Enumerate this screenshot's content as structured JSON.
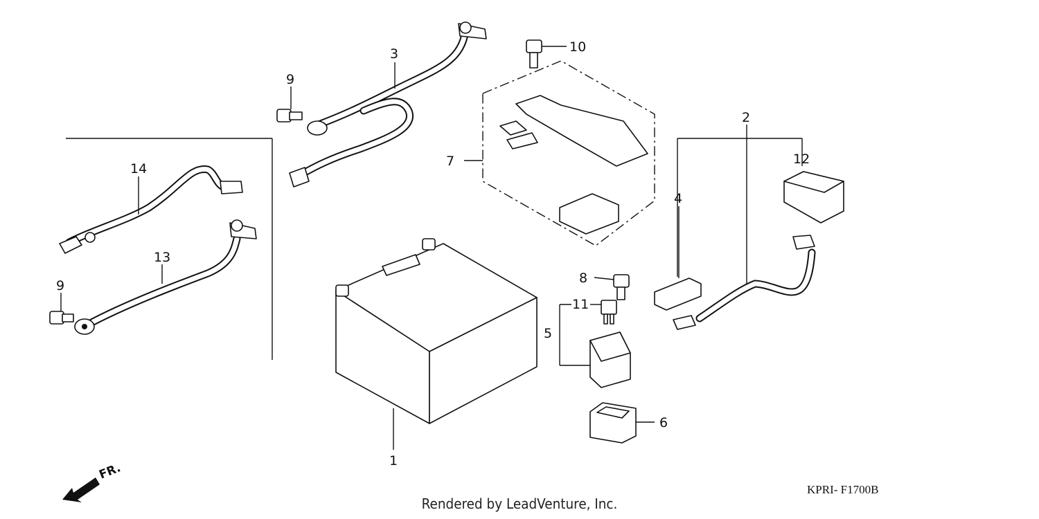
{
  "callouts": {
    "c1": "1",
    "c2": "2",
    "c3": "3",
    "c4": "4",
    "c5": "5",
    "c6": "6",
    "c7": "7",
    "c8": "8",
    "c9a": "9",
    "c9b": "9",
    "c10": "10",
    "c11": "11",
    "c12": "12",
    "c13": "13",
    "c14": "14"
  },
  "front_indicator": "FR.",
  "diagram_code": "KPRI- F1700B",
  "credit": "Rendered by LeadVenture, Inc."
}
